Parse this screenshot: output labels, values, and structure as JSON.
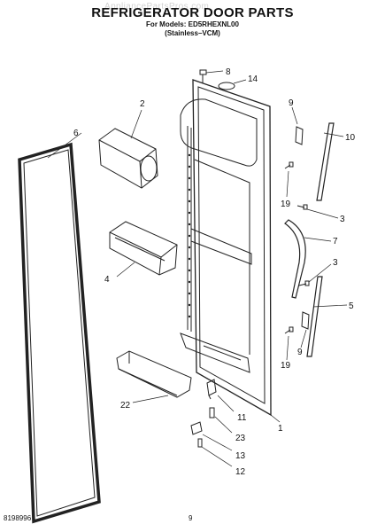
{
  "watermark": "AppliancePartsPros.com",
  "header": {
    "title": "REFRIGERATOR DOOR PARTS",
    "models_line": "For Models: ED5RHEXNL00",
    "finish_line": "(Stainless–VCM)"
  },
  "callouts": {
    "c8": "8",
    "c14": "14",
    "c2": "2",
    "c6": "6",
    "c9a": "9",
    "c10": "10",
    "c19a": "19",
    "c3a": "3",
    "c7": "7",
    "c3b": "3",
    "c4": "4",
    "c5": "5",
    "c9b": "9",
    "c19b": "19",
    "c22": "22",
    "c11": "11",
    "c1": "1",
    "c23": "23",
    "c13": "13",
    "c12": "12"
  },
  "footer": {
    "doc_number": "8198996",
    "page_number": "9"
  }
}
